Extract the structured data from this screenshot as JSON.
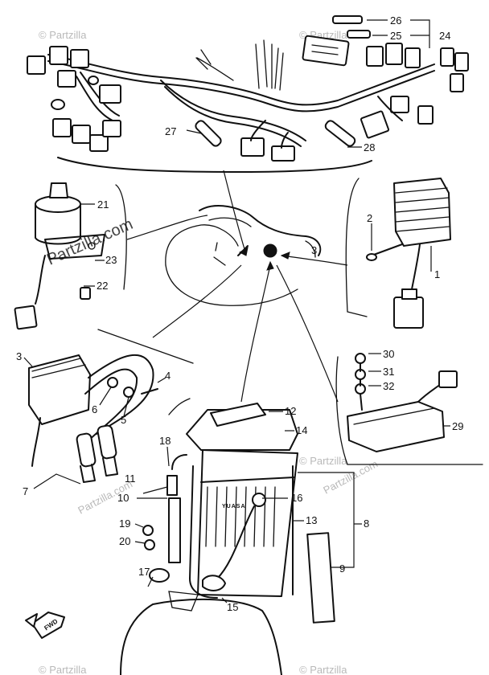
{
  "watermark": {
    "text": "Partzilla.com",
    "corner_text": "© Partzilla"
  },
  "callouts": [
    {
      "id": "1",
      "text": "1"
    },
    {
      "id": "2",
      "text": "2"
    },
    {
      "id": "3",
      "text": "3"
    },
    {
      "id": "4",
      "text": "4"
    },
    {
      "id": "5",
      "text": "5"
    },
    {
      "id": "6",
      "text": "6"
    },
    {
      "id": "7",
      "text": "7"
    },
    {
      "id": "8",
      "text": "8"
    },
    {
      "id": "9",
      "text": "9"
    },
    {
      "id": "10",
      "text": "10"
    },
    {
      "id": "11",
      "text": "11"
    },
    {
      "id": "12",
      "text": "12"
    },
    {
      "id": "13",
      "text": "13"
    },
    {
      "id": "14",
      "text": "14"
    },
    {
      "id": "15",
      "text": "15"
    },
    {
      "id": "16",
      "text": "16"
    },
    {
      "id": "17",
      "text": "17"
    },
    {
      "id": "18",
      "text": "18"
    },
    {
      "id": "19",
      "text": "19"
    },
    {
      "id": "20",
      "text": "20"
    },
    {
      "id": "21",
      "text": "21"
    },
    {
      "id": "22",
      "text": "22"
    },
    {
      "id": "23",
      "text": "23"
    },
    {
      "id": "24",
      "text": "24"
    },
    {
      "id": "25",
      "text": "25"
    },
    {
      "id": "26",
      "text": "26"
    },
    {
      "id": "27",
      "text": "27"
    },
    {
      "id": "28",
      "text": "28"
    },
    {
      "id": "29",
      "text": "29"
    },
    {
      "id": "30",
      "text": "30"
    },
    {
      "id": "31",
      "text": "31"
    },
    {
      "id": "32",
      "text": "32"
    }
  ],
  "battery_brand": "YUASA",
  "fwd_label": "FWD",
  "colors": {
    "line": "#111111",
    "watermark": "#b9b9b9",
    "background": "#ffffff"
  }
}
